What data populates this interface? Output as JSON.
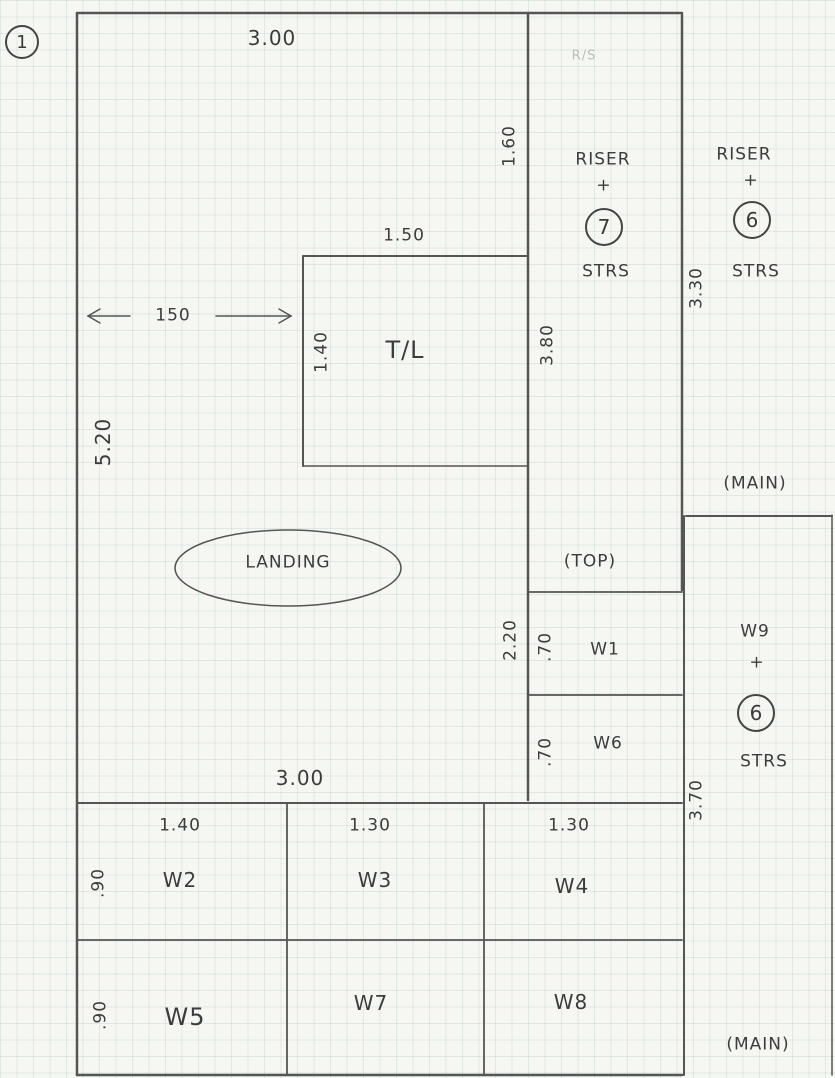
{
  "sheet": {
    "page_number": "1"
  },
  "landing": {
    "name": "LANDING",
    "width_top": "3.00",
    "width_bottom": "3.00",
    "depth": "5.20",
    "offset": "150",
    "opening": {
      "name": "T/L",
      "width": "1.50",
      "depth": "1.40"
    }
  },
  "risers": {
    "faint_note": "R/S",
    "left": {
      "label": "RISER",
      "plus": "+",
      "count": "7",
      "stairs": "STRS",
      "height_top": "1.60",
      "height_mid": "3.80",
      "height_lower": "2.20",
      "note": "(TOP)"
    },
    "right": {
      "label": "RISER",
      "plus": "+",
      "count": "6",
      "stairs": "STRS",
      "height": "3.30",
      "note": "(MAIN)"
    }
  },
  "winders": {
    "w1": {
      "label": "W1",
      "height": ".70"
    },
    "w6": {
      "label": "W6",
      "height": ".70"
    },
    "w9": {
      "label": "W9",
      "plus": "+",
      "count": "6",
      "stairs": "STRS",
      "height": "3.70",
      "note": "(MAIN)"
    },
    "row_widths": [
      "1.40",
      "1.30",
      "1.30"
    ],
    "row_heights": [
      ".90",
      ".90"
    ],
    "top_row": [
      "W2",
      "W3",
      "W4"
    ],
    "bottom_row": [
      "W5",
      "W7",
      "W8"
    ]
  }
}
